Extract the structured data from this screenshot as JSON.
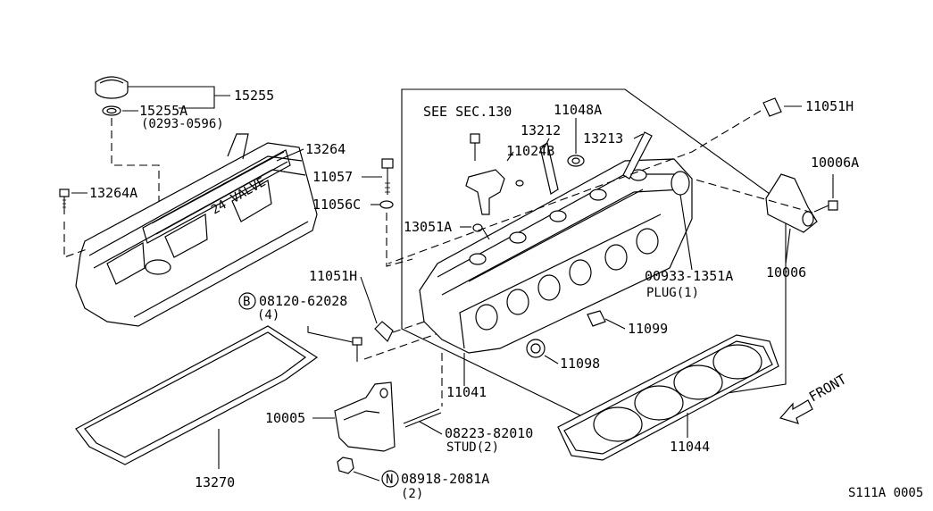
{
  "diagram_code": "S111A 0005",
  "callouts": {
    "p15255": "15255",
    "p15255A": "15255A",
    "p15255A_range": "(0293-0596)",
    "p13264": "13264",
    "p13264A": "13264A",
    "p13270": "13270",
    "p11057": "11057",
    "p11056C": "11056C",
    "see_sec": "SEE SEC.130",
    "p13212": "13212",
    "p11024B": "11024B",
    "p11048A": "11048A",
    "p13213": "13213",
    "p11051H_top": "11051H",
    "p10006A": "10006A",
    "p13051A": "13051A",
    "p00933": "00933-1351A",
    "plug": "PLUG(1)",
    "p10006": "10006",
    "p11051H_left": "11051H",
    "p08120": "08120-62028",
    "p08120_qty": "(4)",
    "b_marker": "B",
    "p11099": "11099",
    "p11098": "11098",
    "p11041": "11041",
    "p10005": "10005",
    "p08223": "08223-82010",
    "stud": "STUD(2)",
    "p08918": "08918-2081A",
    "p08918_qty": "(2)",
    "n_marker": "N",
    "p11044": "11044",
    "front": "FRONT",
    "cover_text": "24 VALVE"
  }
}
